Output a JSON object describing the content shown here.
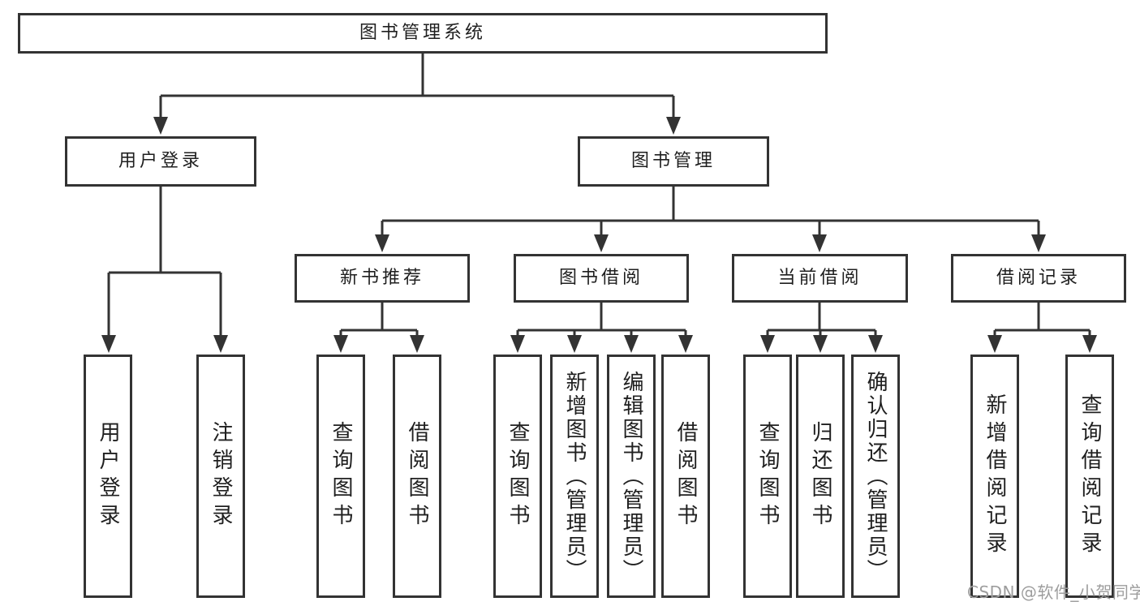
{
  "tree": {
    "label": "图书管理系统",
    "children": [
      {
        "label": "用户登录",
        "children": [
          {
            "label": "用户登录"
          },
          {
            "label": "注销登录"
          }
        ]
      },
      {
        "label": "图书管理",
        "children": [
          {
            "label": "新书推荐",
            "children": [
              {
                "label": "查询图书"
              },
              {
                "label": "借阅图书"
              }
            ]
          },
          {
            "label": "图书借阅",
            "children": [
              {
                "label": "查询图书"
              },
              {
                "label": "新增图书（管理员）"
              },
              {
                "label": "编辑图书（管理员）"
              },
              {
                "label": "借阅图书"
              }
            ]
          },
          {
            "label": "当前借阅",
            "children": [
              {
                "label": "查询图书"
              },
              {
                "label": "归还图书"
              },
              {
                "label": "确认归还（管理员）"
              }
            ]
          },
          {
            "label": "借阅记录",
            "children": [
              {
                "label": "新增借阅记录"
              },
              {
                "label": "查询借阅记录"
              }
            ]
          }
        ]
      }
    ]
  },
  "watermark": {
    "text": "CSDN @软件_小贺同学"
  },
  "colors": {
    "line": "#333333",
    "box_border": "#333333",
    "text": "#1f1f1f",
    "watermark": "#9d9d9d",
    "background": "#ffffff"
  }
}
